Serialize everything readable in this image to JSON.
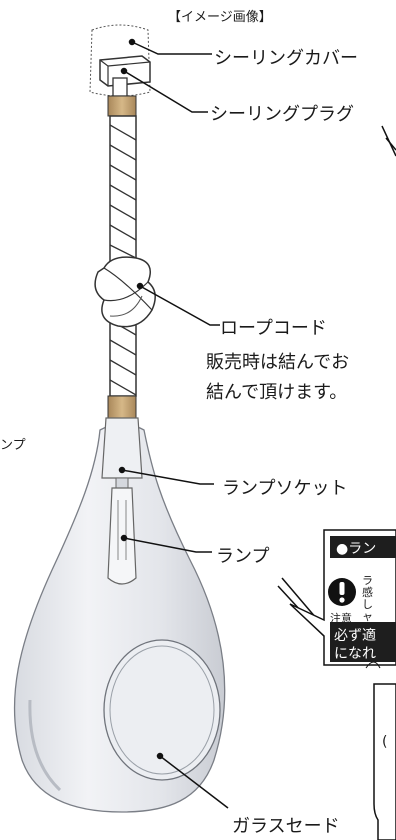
{
  "header": {
    "title": "【イメージ画像】"
  },
  "parts": {
    "ceiling_cover": "シーリングカバー",
    "ceiling_plug": "シーリングプラグ",
    "rope_cord": "ロープコード",
    "rope_note_line1": "販売時は結んでお",
    "rope_note_line2": "結んで頂けます。",
    "lamp_socket": "ランプソケット",
    "lamp": "ランプ",
    "glass_shade": "ガラスセード",
    "left_edge_fragment": "ンプ"
  },
  "caution_box": {
    "title": "●ラン",
    "icon_label": "注意",
    "text_lines": [
      "ラ",
      "感",
      "し",
      "ャ"
    ],
    "footer_line1": "必ず適",
    "footer_line2": "になれ"
  },
  "bottom_box": {
    "fragment": "("
  },
  "colors": {
    "label_text": "#1a1a1a",
    "rope_fill": "#ffffff",
    "rope_stroke": "#333333",
    "band_fill": "#c9a978",
    "glass_fill": "#e6e8ec",
    "caution_bg": "#1e1e1e"
  }
}
